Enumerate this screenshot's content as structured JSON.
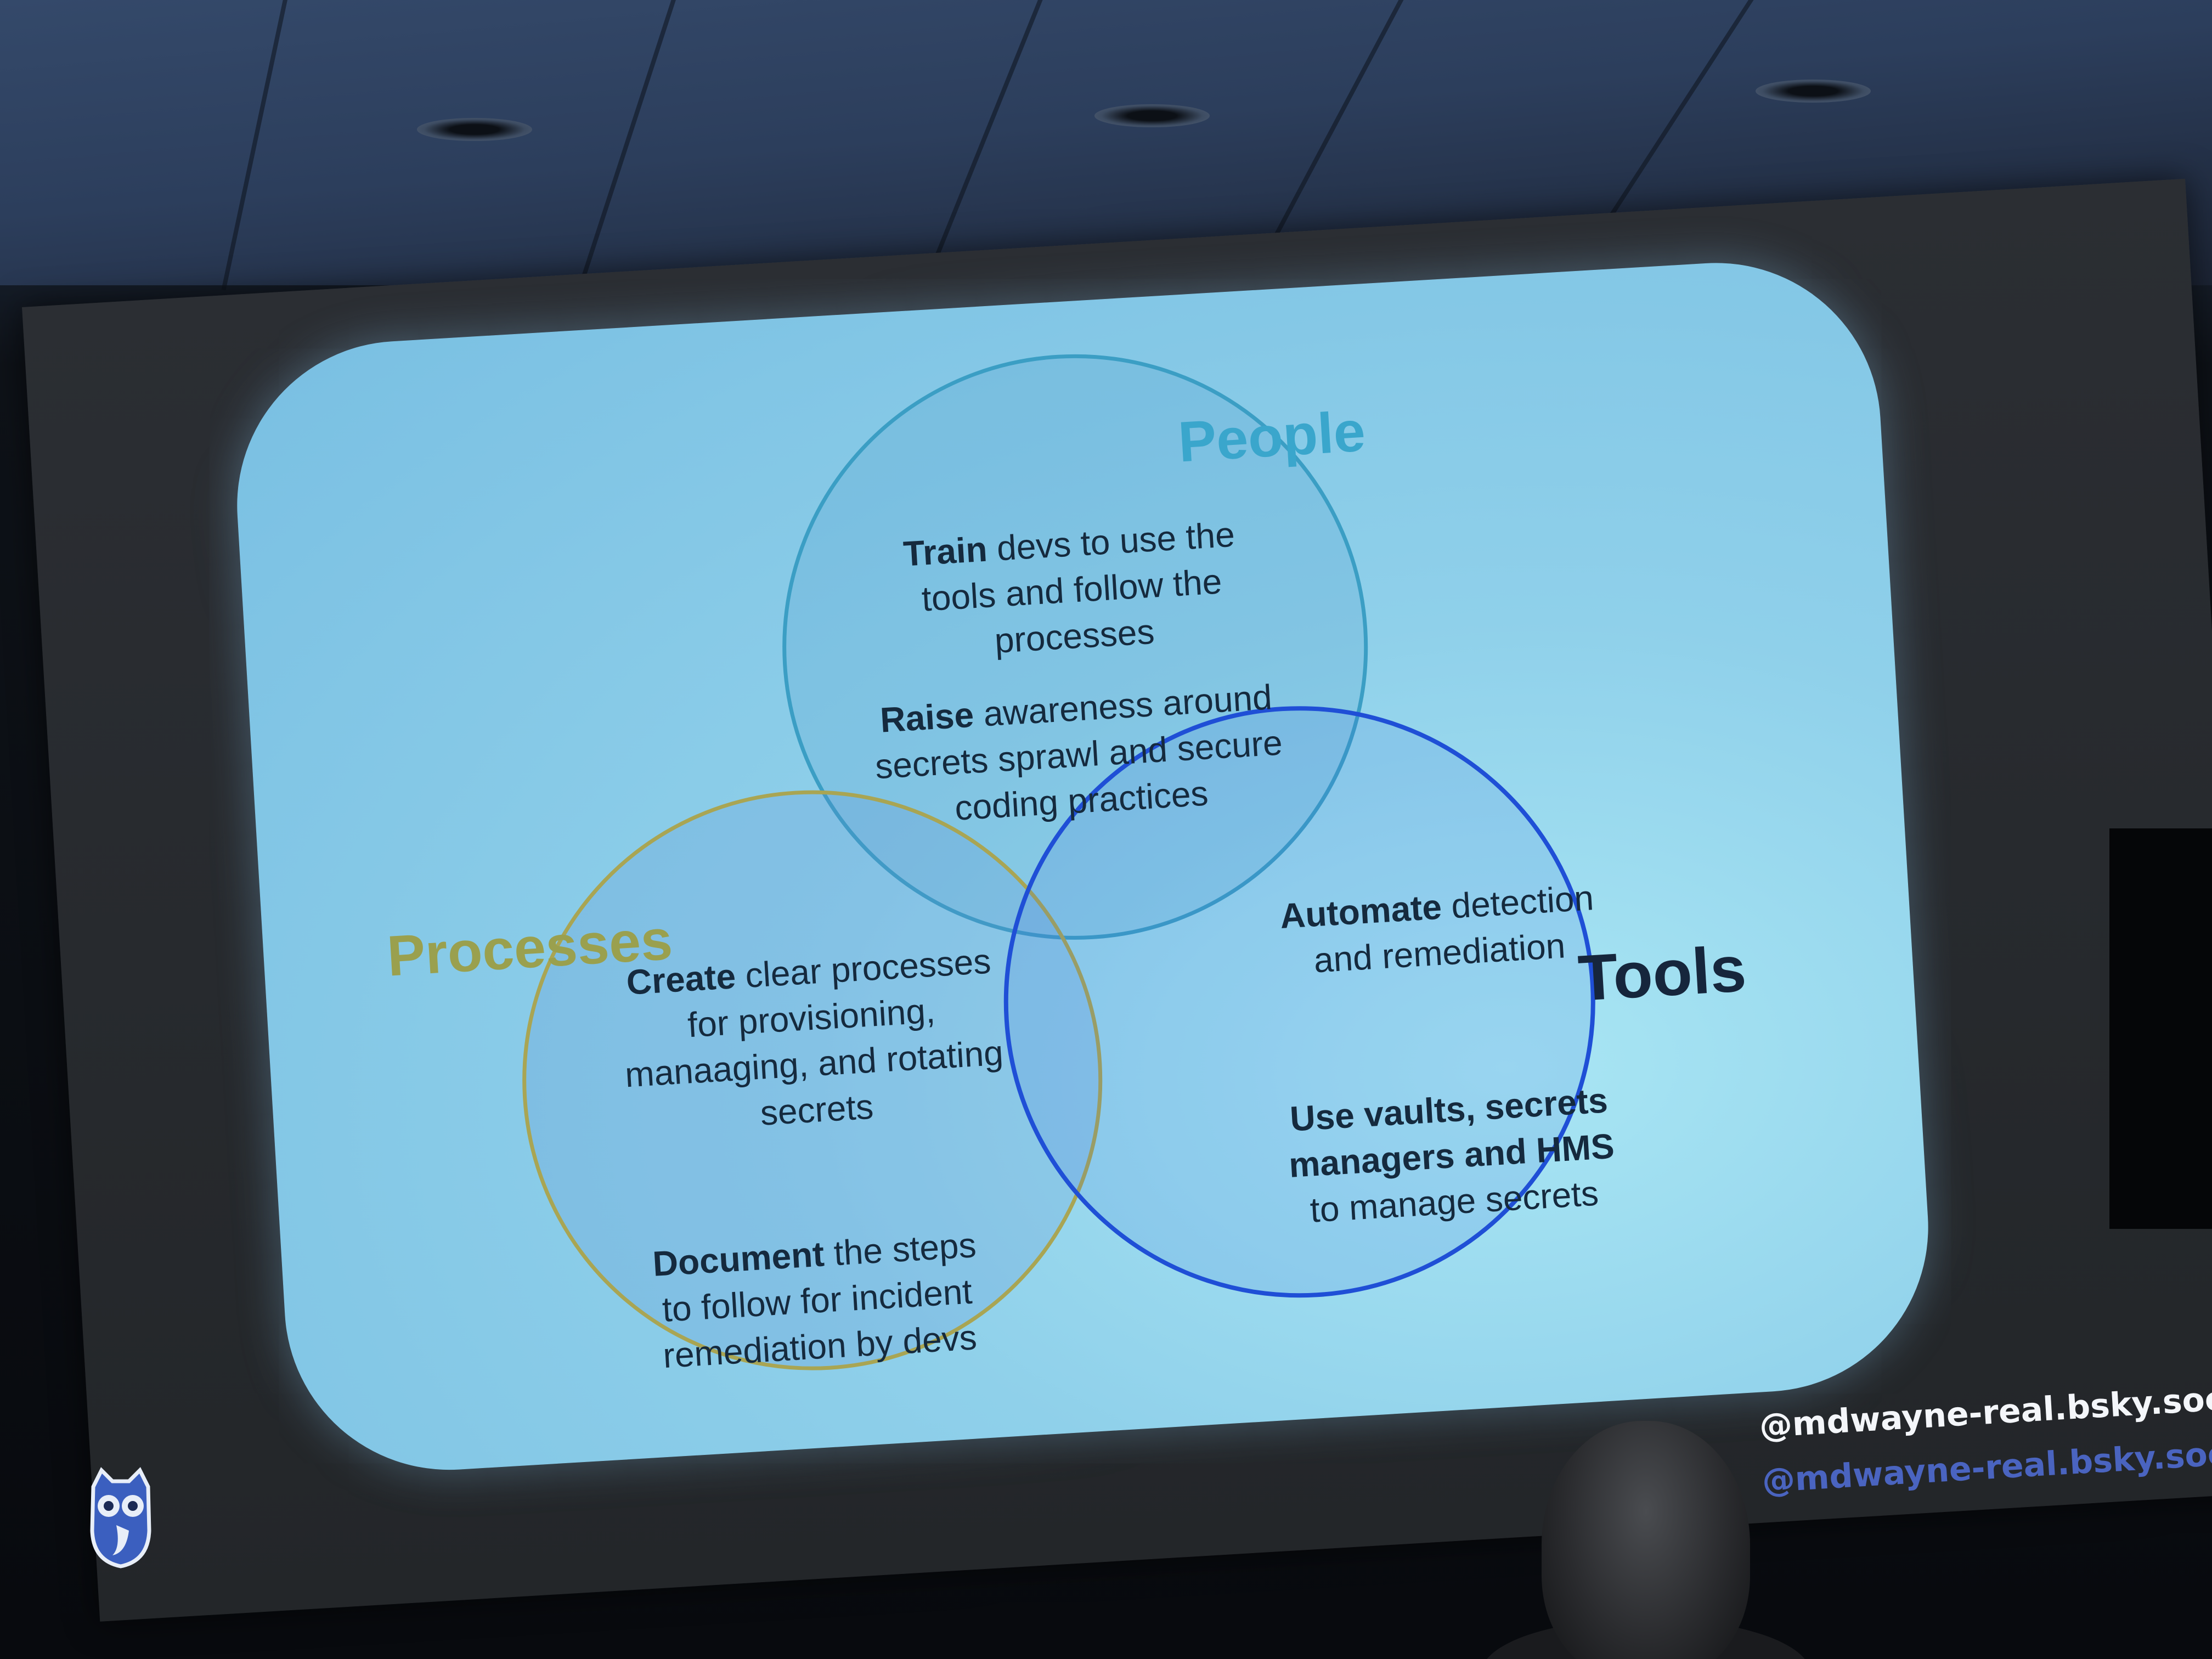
{
  "slide": {
    "circles": {
      "people": {
        "label": "People",
        "color": "#3aa6cc",
        "train": {
          "bold": "Train",
          "rest_1": " devs to use the",
          "line_2": "tools and follow the",
          "line_3": "processes"
        },
        "raise": {
          "bold": "Raise",
          "rest_1": " awareness around",
          "line_2": "secrets sprawl and secure",
          "line_3": "coding practices"
        }
      },
      "processes": {
        "label": "Processes",
        "color": "#9aa04e",
        "create": {
          "bold": "Create",
          "rest_1": " clear processes",
          "line_2": "for provisioning,",
          "line_3": "manaaging, and rotating",
          "line_4": "secrets"
        },
        "document": {
          "bold": "Document",
          "rest_1": " the steps",
          "line_2": "to follow for incident",
          "line_3": "remediation by devs"
        }
      },
      "tools": {
        "label": "Tools",
        "color": "#1f4fd6",
        "automate": {
          "bold": "Automate",
          "rest_1": " detection",
          "line_2": "and remediation"
        },
        "vaults": {
          "bold_1": "Use vaults, secrets",
          "bold_2": "managers and HMS",
          "line_3": "to manage secrets"
        }
      }
    },
    "handles": [
      "@mdwayne-real.bsky.social",
      "@mdwayne-real.bsky.social"
    ],
    "logo_icon": "owl-icon"
  }
}
